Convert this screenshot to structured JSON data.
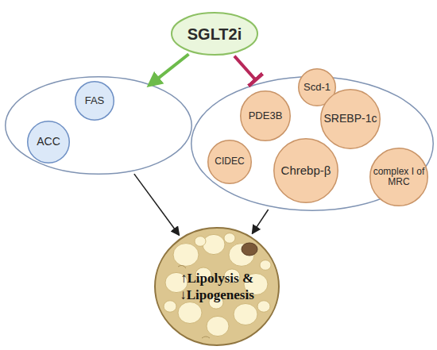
{
  "diagram": {
    "nodes": [
      {
        "text": [
          "SGLT2i"
        ]
      },
      {
        "text": []
      },
      {
        "text": [
          "FAS"
        ],
        "in": 1
      },
      {
        "text": [
          "ACC"
        ],
        "in": 1
      },
      {
        "text": []
      },
      {
        "text": [
          "Scd-1"
        ],
        "in": 4
      },
      {
        "text": [
          "PDE3B"
        ],
        "in": 4
      },
      {
        "text": [
          "SREBP-1c"
        ],
        "in": 4
      },
      {
        "text": [
          "CIDEC"
        ],
        "in": 4
      },
      {
        "text": [
          "Chrebp-β"
        ],
        "in": 4
      },
      {
        "text": [
          "complex I of MRC"
        ],
        "in": 4
      },
      {
        "text": [
          "↑Lipolysis & ↓Lipogenesis"
        ]
      }
    ],
    "edges": [
      {
        "from": 0,
        "to": 1,
        "arrow": "to"
      },
      {
        "from": 0,
        "to": 4,
        "arrow": "to"
      },
      {
        "from": 1,
        "to": 11,
        "arrow": "to"
      },
      {
        "from": 4,
        "to": 11,
        "arrow": "to"
      }
    ]
  }
}
